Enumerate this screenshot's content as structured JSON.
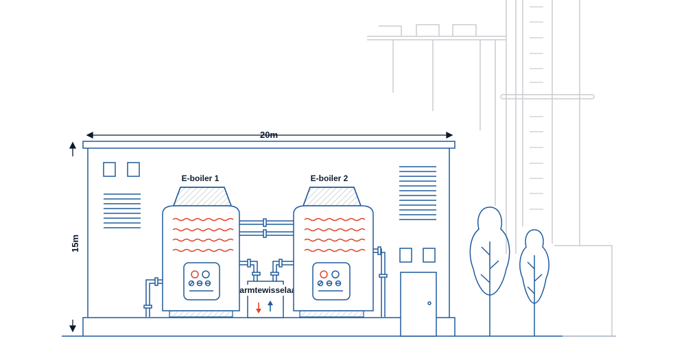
{
  "labels": {
    "width": "20m",
    "height": "15m",
    "boiler_1": "E-boiler 1",
    "boiler_2": "E-boiler 2",
    "heat_exchanger": "warmtewisselaar"
  },
  "colors": {
    "line": "#1f5a9c",
    "background_line": "#c9ccd1",
    "hot": "#e0452b",
    "text": "#0b1a2e",
    "hatch": "#b8bcc3"
  },
  "icons": [
    "arrow-left-icon",
    "arrow-right-icon",
    "arrow-up-icon",
    "arrow-down-icon",
    "tree-icon",
    "door-icon"
  ]
}
